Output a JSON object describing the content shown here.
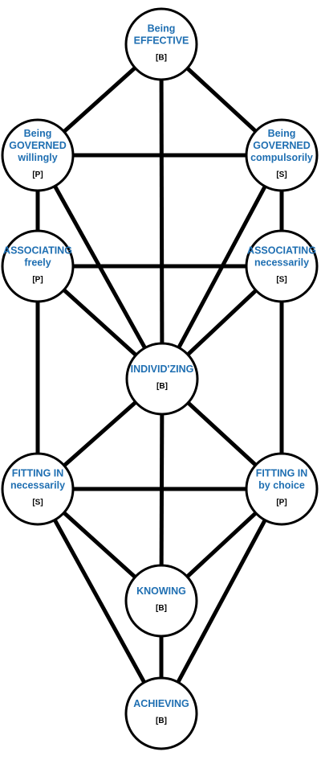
{
  "colors": {
    "label": "#1f6fb2",
    "tag": "#000000",
    "line": "#000000",
    "fill": "#ffffff"
  },
  "nodes": [
    {
      "id": "effective",
      "lines": [
        "Being",
        "EFFECTIVE"
      ],
      "tag": "[B]"
    },
    {
      "id": "governed-willingly",
      "lines": [
        "Being",
        "GOVERNED",
        "willingly"
      ],
      "tag": "[P]"
    },
    {
      "id": "governed-compulsorily",
      "lines": [
        "Being",
        "GOVERNED",
        "compulsorily"
      ],
      "tag": "[S]"
    },
    {
      "id": "associating-freely",
      "lines": [
        "ASSOCIATING",
        "freely"
      ],
      "tag": "[P]"
    },
    {
      "id": "associating-necessarily",
      "lines": [
        "ASSOCIATING",
        "necessarily"
      ],
      "tag": "[S]"
    },
    {
      "id": "individzing",
      "lines": [
        "INDIVID'ZING"
      ],
      "tag": "[B]"
    },
    {
      "id": "fitting-in-necessarily",
      "lines": [
        "FITTING IN",
        "necessarily"
      ],
      "tag": "[S]"
    },
    {
      "id": "fitting-in-by-choice",
      "lines": [
        "FITTING IN",
        "by choice"
      ],
      "tag": "[P]"
    },
    {
      "id": "knowing",
      "lines": [
        "KNOWING"
      ],
      "tag": "[B]"
    },
    {
      "id": "achieving",
      "lines": [
        "ACHIEVING"
      ],
      "tag": "[B]"
    }
  ],
  "edges": [
    [
      "effective",
      "governed-willingly"
    ],
    [
      "effective",
      "governed-compulsorily"
    ],
    [
      "effective",
      "individzing"
    ],
    [
      "governed-willingly",
      "governed-compulsorily"
    ],
    [
      "governed-willingly",
      "associating-freely"
    ],
    [
      "governed-willingly",
      "individzing"
    ],
    [
      "governed-compulsorily",
      "associating-necessarily"
    ],
    [
      "governed-compulsorily",
      "individzing"
    ],
    [
      "associating-freely",
      "associating-necessarily"
    ],
    [
      "associating-freely",
      "individzing"
    ],
    [
      "associating-freely",
      "fitting-in-necessarily"
    ],
    [
      "associating-necessarily",
      "individzing"
    ],
    [
      "associating-necessarily",
      "fitting-in-by-choice"
    ],
    [
      "individzing",
      "fitting-in-necessarily"
    ],
    [
      "individzing",
      "fitting-in-by-choice"
    ],
    [
      "individzing",
      "knowing"
    ],
    [
      "fitting-in-necessarily",
      "fitting-in-by-choice"
    ],
    [
      "fitting-in-necessarily",
      "knowing"
    ],
    [
      "fitting-in-necessarily",
      "achieving"
    ],
    [
      "fitting-in-by-choice",
      "knowing"
    ],
    [
      "fitting-in-by-choice",
      "achieving"
    ],
    [
      "knowing",
      "achieving"
    ]
  ]
}
